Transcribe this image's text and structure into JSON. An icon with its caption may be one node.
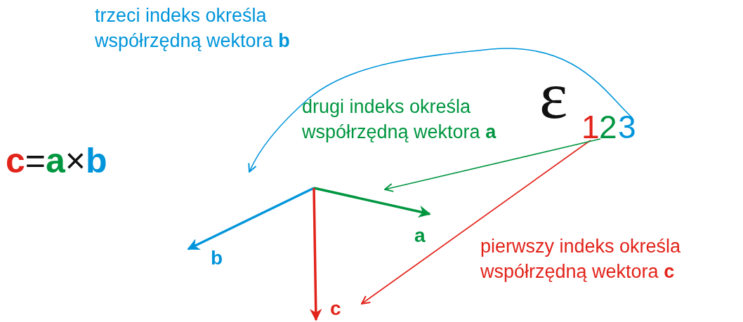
{
  "diagram": {
    "nodes": [
      {
        "text": [
          "1"
        ]
      },
      {
        "text": [
          "2"
        ]
      },
      {
        "text": [
          "3"
        ]
      },
      {
        "text": [],
        "shape": "arrow",
        "beside": [
          "a"
        ]
      },
      {
        "text": [],
        "shape": "arrow",
        "beside": [
          "b"
        ]
      },
      {
        "text": [],
        "shape": "arrow",
        "beside": [
          "c"
        ]
      }
    ],
    "edges": [
      {
        "from": 0,
        "to": 5,
        "arrow": "to",
        "color": "#e2231a"
      },
      {
        "from": 1,
        "to": 3,
        "arrow": "to",
        "color": "#009640"
      },
      {
        "from": 2,
        "to": 4,
        "arrow": "to",
        "color": "#0095db"
      }
    ],
    "labels": [
      "trzeci indeks określa współrzędną wektora **b**",
      "drugi indeks określa współrzędną wektora **a**",
      "ε",
      "c=a×b",
      "pierwszy indeks określa współrzędną wektora **c**"
    ]
  }
}
